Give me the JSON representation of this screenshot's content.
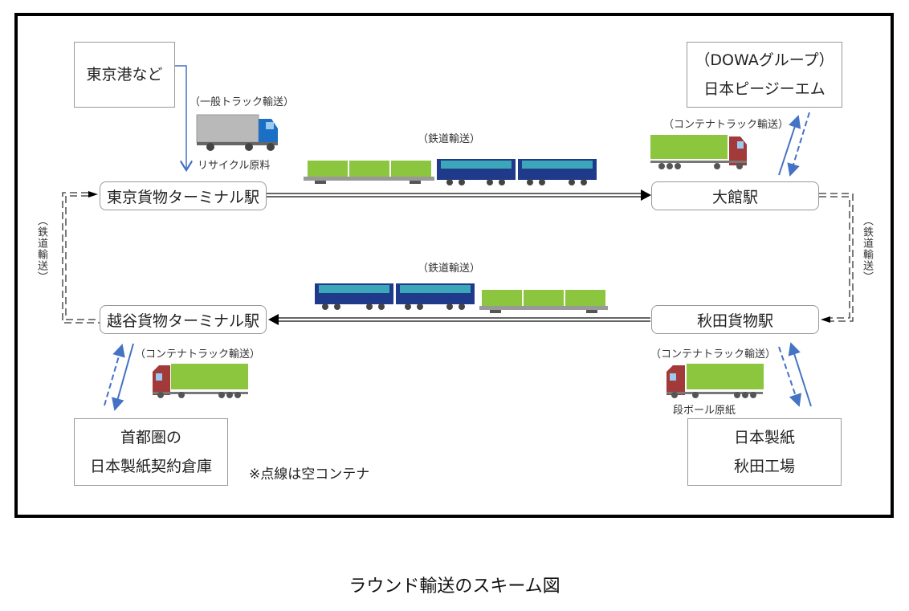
{
  "nodes": {
    "tokyo_port": "東京港など",
    "dowa_group": "（DOWAグループ）",
    "nihon_pgm": "日本ピージーエム",
    "tokyo_terminal": "東京貨物ターミナル駅",
    "odate": "大館駅",
    "koshigaya_terminal": "越谷貨物ターミナル駅",
    "akita_freight": "秋田貨物駅",
    "shutoken_line1": "首都圏の",
    "shutoken_line2": "日本製紙契約倉庫",
    "akita_mill_line1": "日本製紙",
    "akita_mill_line2": "秋田工場"
  },
  "labels": {
    "general_truck": "（一般トラック輸送）",
    "recycle_material": "リサイクル原料",
    "rail_top": "（鉄道輸送）",
    "rail_bottom": "（鉄道輸送）",
    "rail_left": "（鉄道輸送）",
    "rail_right": "（鉄道輸送）",
    "container_truck_odate": "（コンテナトラック輸送）",
    "container_truck_koshigaya": "（コンテナトラック輸送）",
    "container_truck_akita": "（コンテナトラック輸送）",
    "cardboard_paper": "段ボール原紙"
  },
  "note": "※点線は空コンテナ",
  "caption": "ラウンド輸送のスキーム図",
  "colors": {
    "container_green": "#8CC63F",
    "locomotive_blue": "#1F3A8A",
    "locomotive_cyan": "#3BA7B8",
    "truck_blue": "#1B6FC4",
    "truck_red": "#A33A3A",
    "arrow_blue": "#4472C4"
  }
}
